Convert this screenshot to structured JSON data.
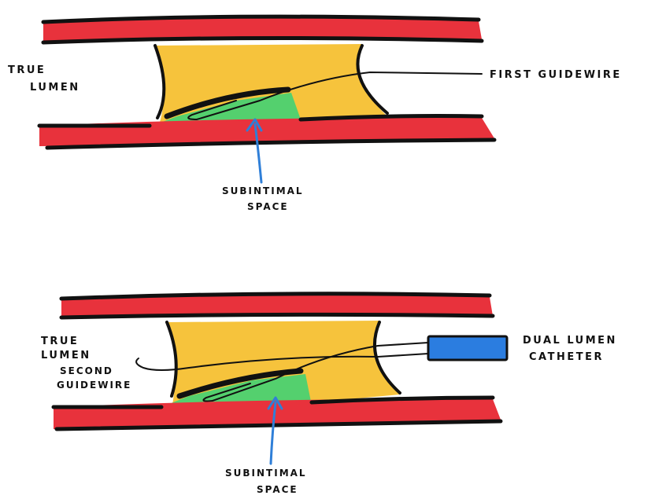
{
  "colors": {
    "vessel_wall": "#e8323c",
    "vessel_outline": "#111111",
    "occlusion": "#f6c33c",
    "subintimal": "#54d06e",
    "catheter": "#2b7de0",
    "arrow": "#2f7fd8",
    "wire": "#111111",
    "background": "#ffffff"
  },
  "top_panel": {
    "true_lumen_label": [
      "TRUE",
      "LUMEN"
    ],
    "first_guidewire_label": "FIRST GUIDEWIRE",
    "subintimal_label": [
      "SUBINTIMAL",
      "SPACE"
    ]
  },
  "bottom_panel": {
    "true_lumen_label": [
      "TRUE",
      "LUMEN"
    ],
    "second_guidewire_label": [
      "SECOND",
      "GUIDEWIRE"
    ],
    "catheter_label": [
      "DUAL LUMEN",
      "CATHETER"
    ],
    "subintimal_label": [
      "SUBINTIMAL",
      "SPACE"
    ]
  }
}
